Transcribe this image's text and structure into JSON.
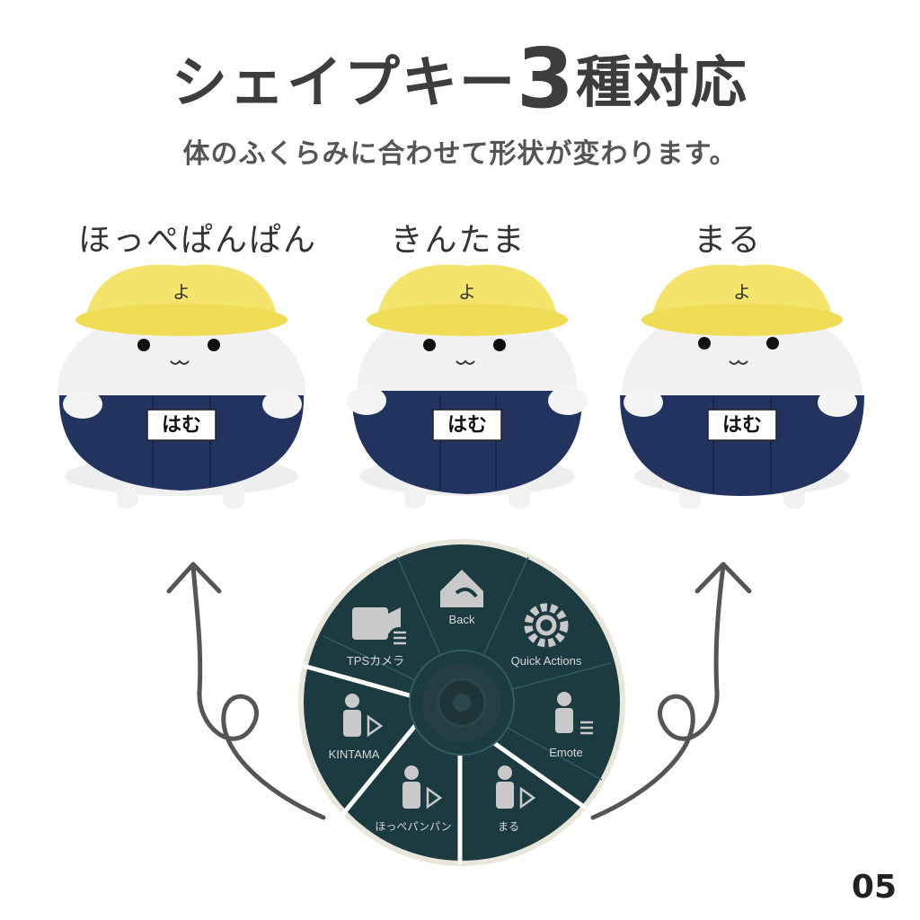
{
  "header": {
    "title_prefix": "シェイプキー",
    "title_number": "3",
    "title_suffix": "種対応",
    "subtitle": "体のふくらみに合わせて形状が変わります。"
  },
  "shapes": [
    {
      "caption": "ほっぺぱんぱん",
      "badge": "はむ"
    },
    {
      "caption": "きんたま",
      "badge": "はむ"
    },
    {
      "caption": "まる",
      "badge": "はむ"
    }
  ],
  "radial_menu": {
    "items": {
      "back": "Back",
      "quick_actions": "Quick Actions",
      "emote": "Emote",
      "maru": "まる",
      "hoppe": "ほっぺパンパン",
      "kintama": "KINTAMA",
      "tps_camera": "TPSカメラ"
    },
    "selected": "KINTAMA",
    "colors": {
      "background": "#1c3b40",
      "divider": "#2f5c63",
      "rim": "#e9e6dc",
      "highlight": "#ffffff",
      "icon": "#c9c9c9",
      "label": "#d8d8d8"
    }
  },
  "page_number": "05"
}
